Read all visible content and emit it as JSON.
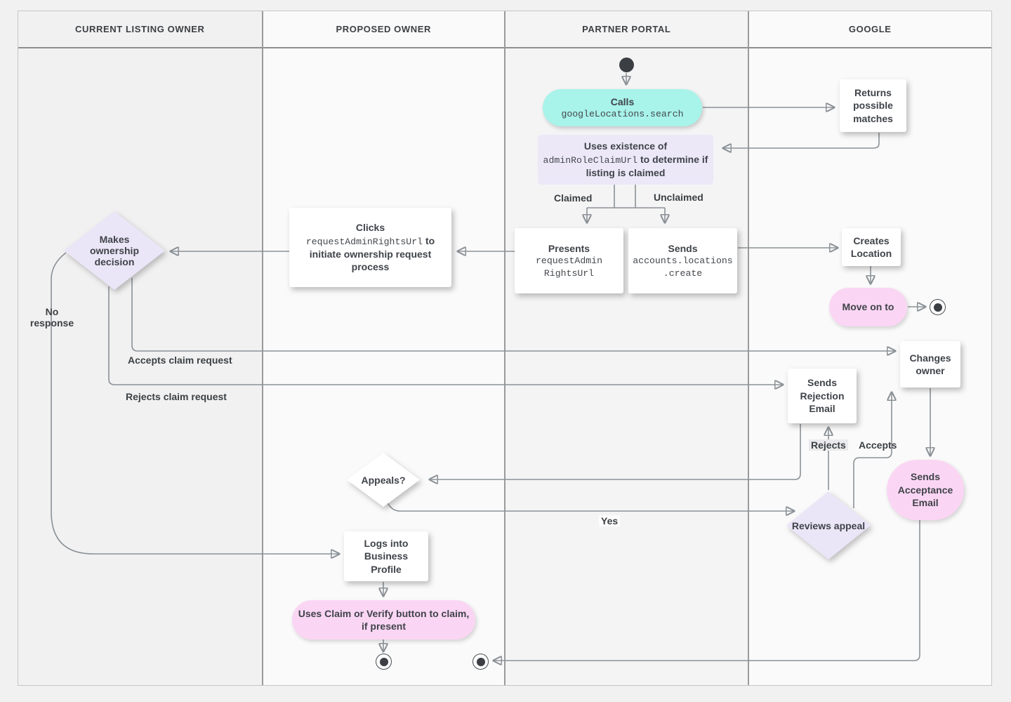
{
  "lanes": [
    {
      "label": "CURRENT LISTING OWNER"
    },
    {
      "label": "PROPOSED OWNER"
    },
    {
      "label": "PARTNER PORTAL"
    },
    {
      "label": "GOOGLE"
    }
  ],
  "nodes": {
    "calls": {
      "title": "Calls",
      "code": "googleLocations.search"
    },
    "uses_existence": {
      "t1": "Uses existence of",
      "code": "adminRoleClaimUrl",
      "t2": "to determine if listing is claimed"
    },
    "returns_matches": {
      "text": "Returns possible matches"
    },
    "presents": {
      "title": "Presents",
      "code_lines": [
        "requestAdmin",
        "RightsUrl"
      ]
    },
    "sends_create": {
      "title": "Sends",
      "code_lines": [
        "accounts.locations",
        ".create"
      ]
    },
    "clicks": {
      "t1": "Clicks",
      "code": "requestAdminRightsUrl",
      "t2": "to initiate ownership request process"
    },
    "makes_decision": {
      "text": "Makes ownership decision"
    },
    "creates_location": {
      "text": "Creates Location"
    },
    "move_on_to": {
      "text": "Move on to"
    },
    "changes_owner": {
      "text": "Changes owner"
    },
    "sends_rejection": {
      "text": "Sends Rejection Email"
    },
    "sends_acceptance": {
      "text": "Sends Acceptance Email"
    },
    "reviews_appeal": {
      "text": "Reviews appeal"
    },
    "appeals": {
      "text": "Appeals?"
    },
    "logs_into": {
      "text": "Logs into Business Profile"
    },
    "uses_claim": {
      "text": "Uses Claim or Verify button to claim, if present"
    }
  },
  "edge_labels": {
    "claimed": "Claimed",
    "unclaimed": "Unclaimed",
    "no_response": "No response",
    "accepts_claim": "Accepts claim request",
    "rejects_claim": "Rejects claim request",
    "yes": "Yes",
    "rejects": "Rejects",
    "accepts": "Accepts"
  },
  "colors": {
    "accent_cyan": "#a8f3ea",
    "accent_purple": "#ece8f8",
    "accent_pink": "#fbd6f4",
    "node_white": "#ffffff",
    "line_gray": "#8b9196",
    "text_dark": "#3c4043"
  }
}
